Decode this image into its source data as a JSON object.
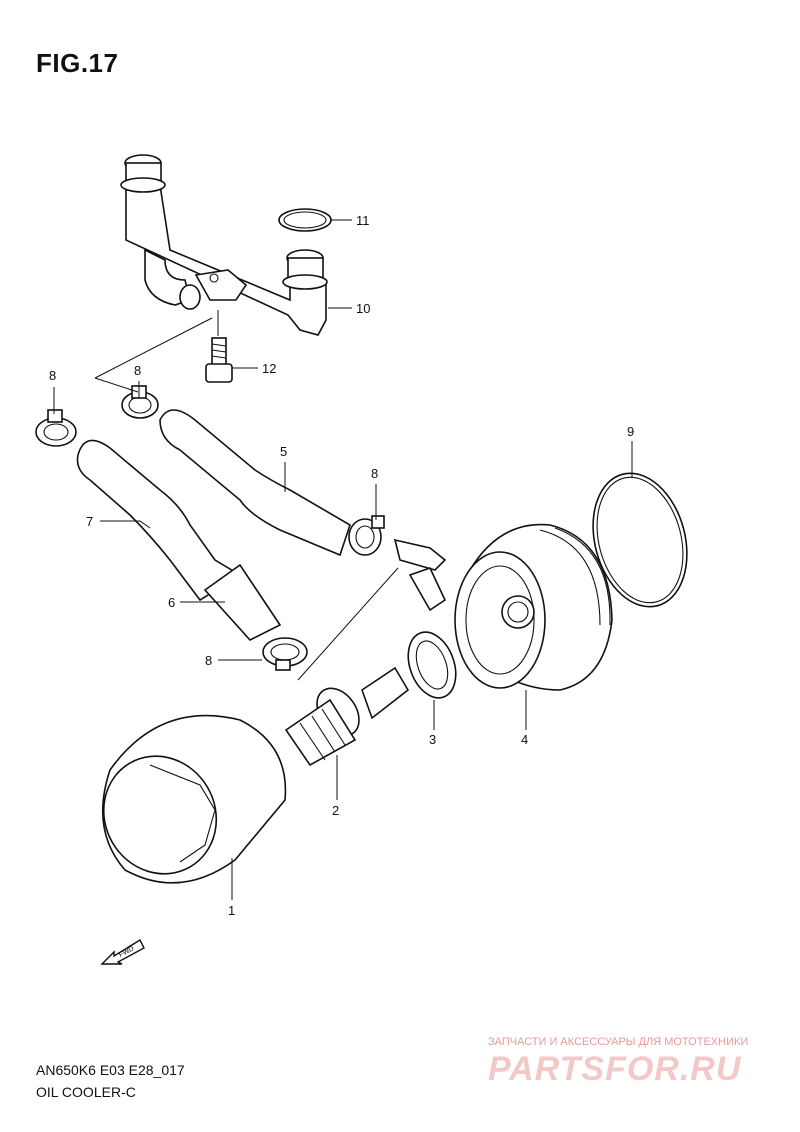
{
  "figure": {
    "title": "FIG.17"
  },
  "callouts": {
    "c1": "1",
    "c2": "2",
    "c3": "3",
    "c4": "4",
    "c5": "5",
    "c6": "6",
    "c7": "7",
    "c8a": "8",
    "c8b": "8",
    "c8c": "8",
    "c8d": "8",
    "c9": "9",
    "c10": "10",
    "c11": "11",
    "c12": "12"
  },
  "fwd_label": "FWD",
  "footer": {
    "model_code": "AN650K6 E03 E28_017",
    "description": "OIL COOLER-C"
  },
  "watermark": {
    "tagline": "ЗАПЧАСТИ И АКСЕССУАРЫ ДЛЯ МОТОТЕХНИКИ",
    "brand": "PARTSFOR.RU"
  },
  "colors": {
    "line": "#111111",
    "watermark": "#f4c8c8"
  }
}
